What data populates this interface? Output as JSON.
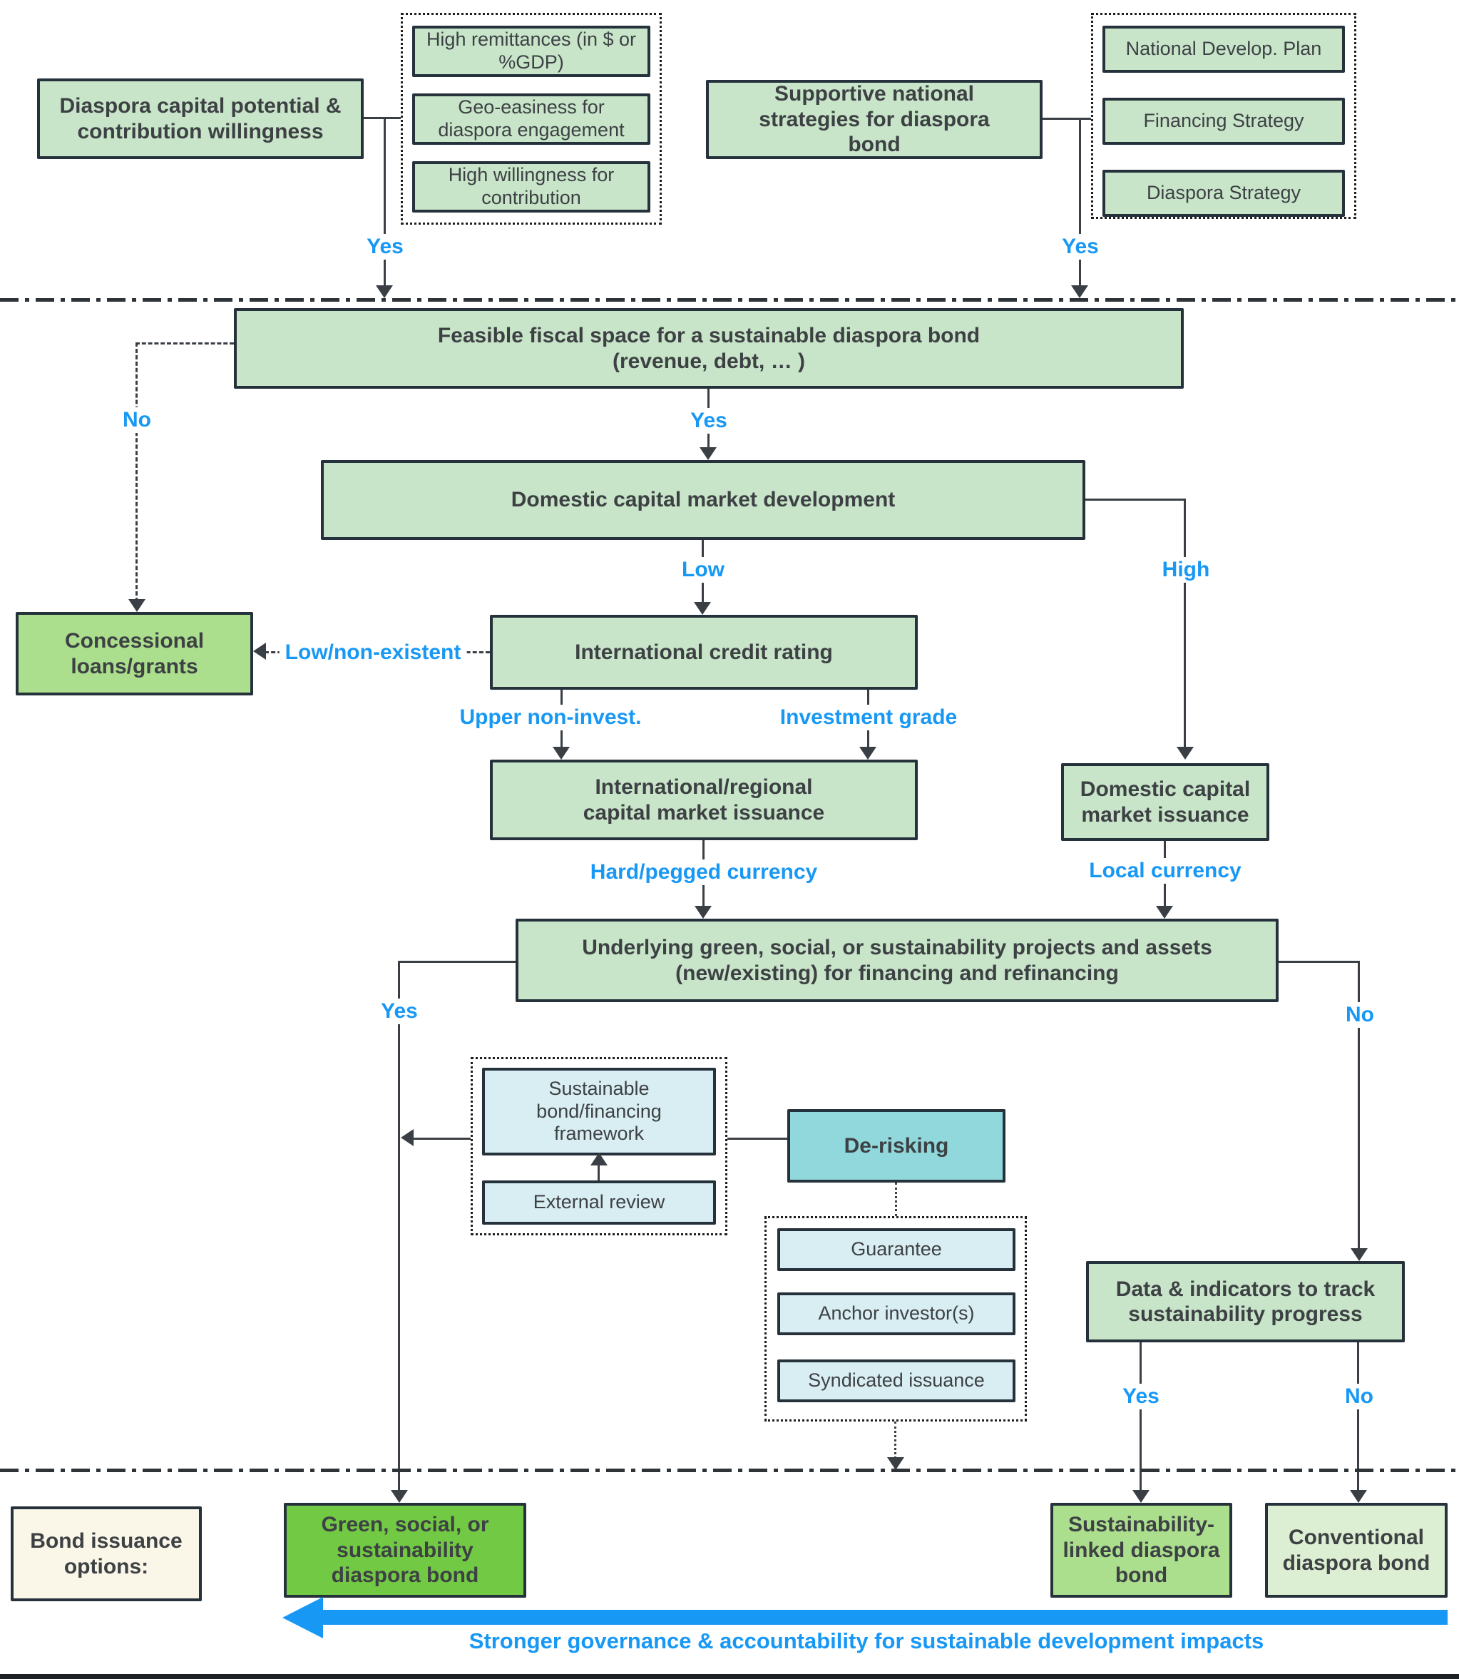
{
  "colors": {
    "box_green": "#c8e5c9",
    "box_green_mid": "#abde8d",
    "box_green_bright": "#72c944",
    "box_green_pale": "#ddefd3",
    "box_cyan_light": "#d9eef3",
    "box_cyan_mid": "#90d8dc",
    "box_cream": "#faf6e8",
    "border_dark": "#25313b",
    "label_blue": "#1898f5",
    "line_gray": "#3a3f45"
  },
  "top_left": {
    "main_box": "Diaspora capital potential & contribution willingness",
    "factors": [
      "High remittances (in $ or %GDP)",
      "Geo-easiness for diaspora engagement",
      "High willingness for contribution"
    ],
    "branch_label": "Yes"
  },
  "top_right": {
    "main_box": "Supportive national strategies for diaspora bond",
    "strategies": [
      "National Develop. Plan",
      "Financing Strategy",
      "Diaspora Strategy"
    ],
    "branch_label": "Yes"
  },
  "fiscal": {
    "title": "Feasible fiscal space for a sustainable diaspora bond",
    "subtitle": "(revenue, debt, … )",
    "no_label": "No",
    "yes_label": "Yes"
  },
  "market_dev": {
    "box": "Domestic capital market development",
    "low_label": "Low",
    "high_label": "High"
  },
  "credit_rating": {
    "box": "International credit rating",
    "low_label": "Low/non-existent",
    "upper_label": "Upper non-invest.",
    "invest_label": "Investment grade"
  },
  "concessional": {
    "box": "Concessional loans/grants"
  },
  "intl_issuance": {
    "line1": "International/regional",
    "line2": "capital market issuance",
    "currency_label": "Hard/pegged currency"
  },
  "domestic_issuance": {
    "box": "Domestic capital market issuance",
    "currency_label": "Local currency"
  },
  "underlying": {
    "title": "Underlying green, social, or sustainability projects and assets",
    "subtitle": "(new/existing) for financing and refinancing",
    "yes_label": "Yes",
    "no_label": "No"
  },
  "framework": {
    "framework_box": "Sustainable bond/financing framework",
    "external_review_box": "External review"
  },
  "derisking": {
    "box": "De-risking",
    "options": [
      "Guarantee",
      "Anchor investor(s)",
      "Syndicated issuance"
    ]
  },
  "tracking": {
    "box": "Data & indicators to track sustainability progress",
    "yes_label": "Yes",
    "no_label": "No"
  },
  "outcomes": {
    "label_box": "Bond issuance options:",
    "green_bond": "Green, social, or sustainability diaspora bond",
    "sustainability_linked": "Sustainability-linked diaspora bond",
    "conventional": "Conventional diaspora bond"
  },
  "footer": {
    "arrow_caption": "Stronger governance & accountability for sustainable development impacts"
  }
}
